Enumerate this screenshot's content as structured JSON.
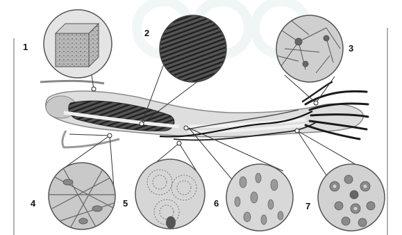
{
  "diagram": {
    "labels": [
      "1",
      "2",
      "3",
      "4",
      "5",
      "6",
      "7"
    ]
  },
  "palette": {
    "background": "#ffffff",
    "outline": "#555555",
    "arm_fill": "#d9d9d9",
    "muscle": "#3d3d3d",
    "nerve": "#1a1a1a",
    "callout_line": "#333333",
    "watermark": "#e6f2f0"
  },
  "insets": [
    {
      "id": "epithelial-cube",
      "icon": "tissue-cube-icon"
    },
    {
      "id": "striated-muscle",
      "icon": "striated-muscle-icon"
    },
    {
      "id": "nerve-cells",
      "icon": "neuron-icon"
    },
    {
      "id": "connective-tissue",
      "icon": "fibrous-connective-icon"
    },
    {
      "id": "bone-tissue",
      "icon": "osteon-icon"
    },
    {
      "id": "cartilage",
      "icon": "cartilage-icon"
    },
    {
      "id": "blood",
      "icon": "blood-cells-icon"
    }
  ]
}
